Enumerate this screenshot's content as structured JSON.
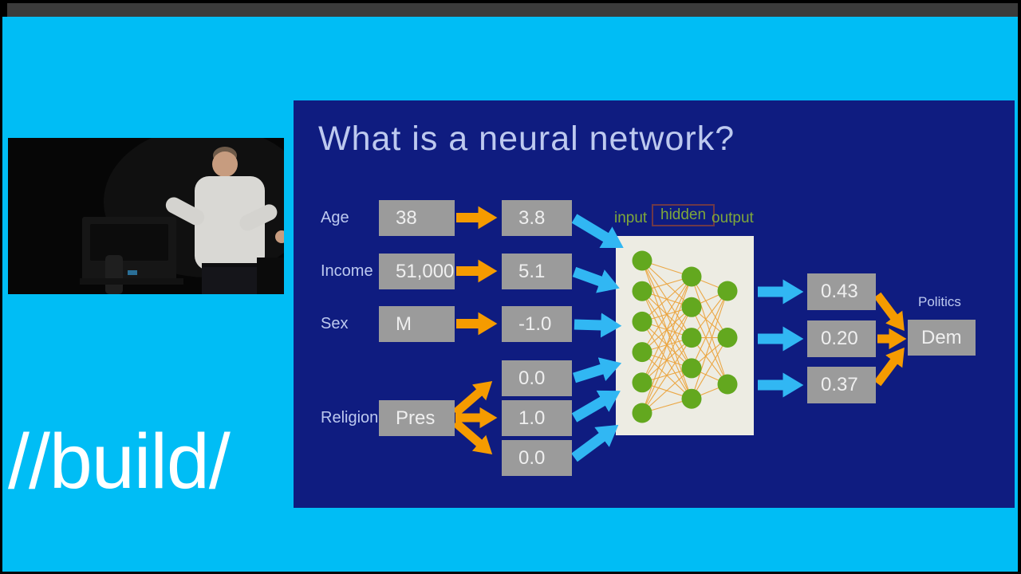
{
  "branding": {
    "logo_text": "//build/"
  },
  "slide": {
    "title": "What is a neural network?",
    "inputs": [
      {
        "label": "Age",
        "raw": "38",
        "normalized": [
          "3.8"
        ]
      },
      {
        "label": "Income",
        "raw": "51,000",
        "normalized": [
          "5.1"
        ]
      },
      {
        "label": "Sex",
        "raw": "M",
        "normalized": [
          "-1.0"
        ]
      },
      {
        "label": "Religion",
        "raw": "Pres",
        "normalized": [
          "0.0",
          "1.0",
          "0.0"
        ]
      }
    ],
    "layer_labels": [
      {
        "label": "input"
      },
      {
        "label": "hidden",
        "boxed": true
      },
      {
        "label": "output"
      }
    ],
    "network": {
      "layers": [
        6,
        5,
        3
      ]
    },
    "outputs": [
      "0.43",
      "0.20",
      "0.37"
    ],
    "result_label": "Politics",
    "result_value": "Dem"
  },
  "colors": {
    "stage_cyan": "#00bdf5",
    "slide_navy": "#0f1c80",
    "top_bar_gray": "#3b3b3b",
    "box_gray": "#9b9b9b",
    "arrow_orange": "#f59b00",
    "arrow_blue": "#31b7f3",
    "node_green": "#63a81f",
    "layer_label_green": "#7fa83a",
    "panel_cream": "#edece3",
    "hidden_border_maroon": "#6e3848",
    "slide_text_blue": "#bdc9ef",
    "box_text_white": "#efefef",
    "logo_white": "#ffffff"
  }
}
